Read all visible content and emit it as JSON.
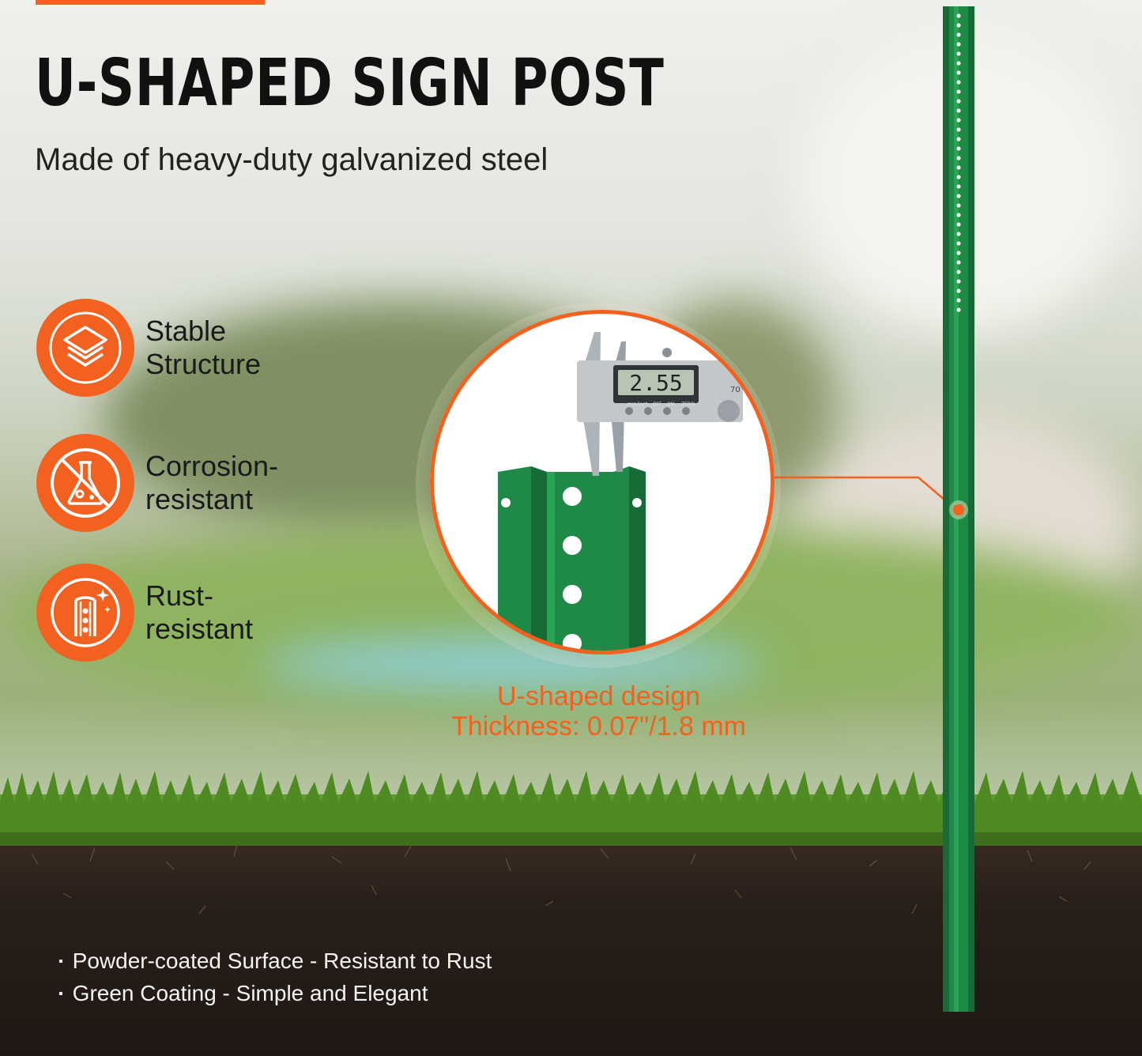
{
  "title": "U-SHAPED SIGN POST",
  "subtitle": "Made of heavy-duty galvanized steel",
  "features": [
    {
      "label": "Stable\nStructure",
      "icon": "layers-icon"
    },
    {
      "label": "Corrosion-\nresistant",
      "icon": "flask-icon"
    },
    {
      "label": "Rust-\nresistant",
      "icon": "sparkle-post-icon"
    }
  ],
  "callout": {
    "caliper_reading": "2.55",
    "caliper_buttons": [
      "mm/inch",
      "OFF",
      "ON",
      "ZERO"
    ],
    "caliper_scale": "70",
    "caption_line1": "U-shaped design",
    "caption_line2": "Thickness: 0.07\"/1.8 mm"
  },
  "bullets": [
    "Powder-coated Surface - Resistant to Rust",
    "Green Coating - Simple and Elegant"
  ],
  "colors": {
    "accent": "#f2611f",
    "post_green": "#1f8a47",
    "title": "#111111",
    "soil": "#2a201a",
    "grass": "#5f9a2c"
  }
}
